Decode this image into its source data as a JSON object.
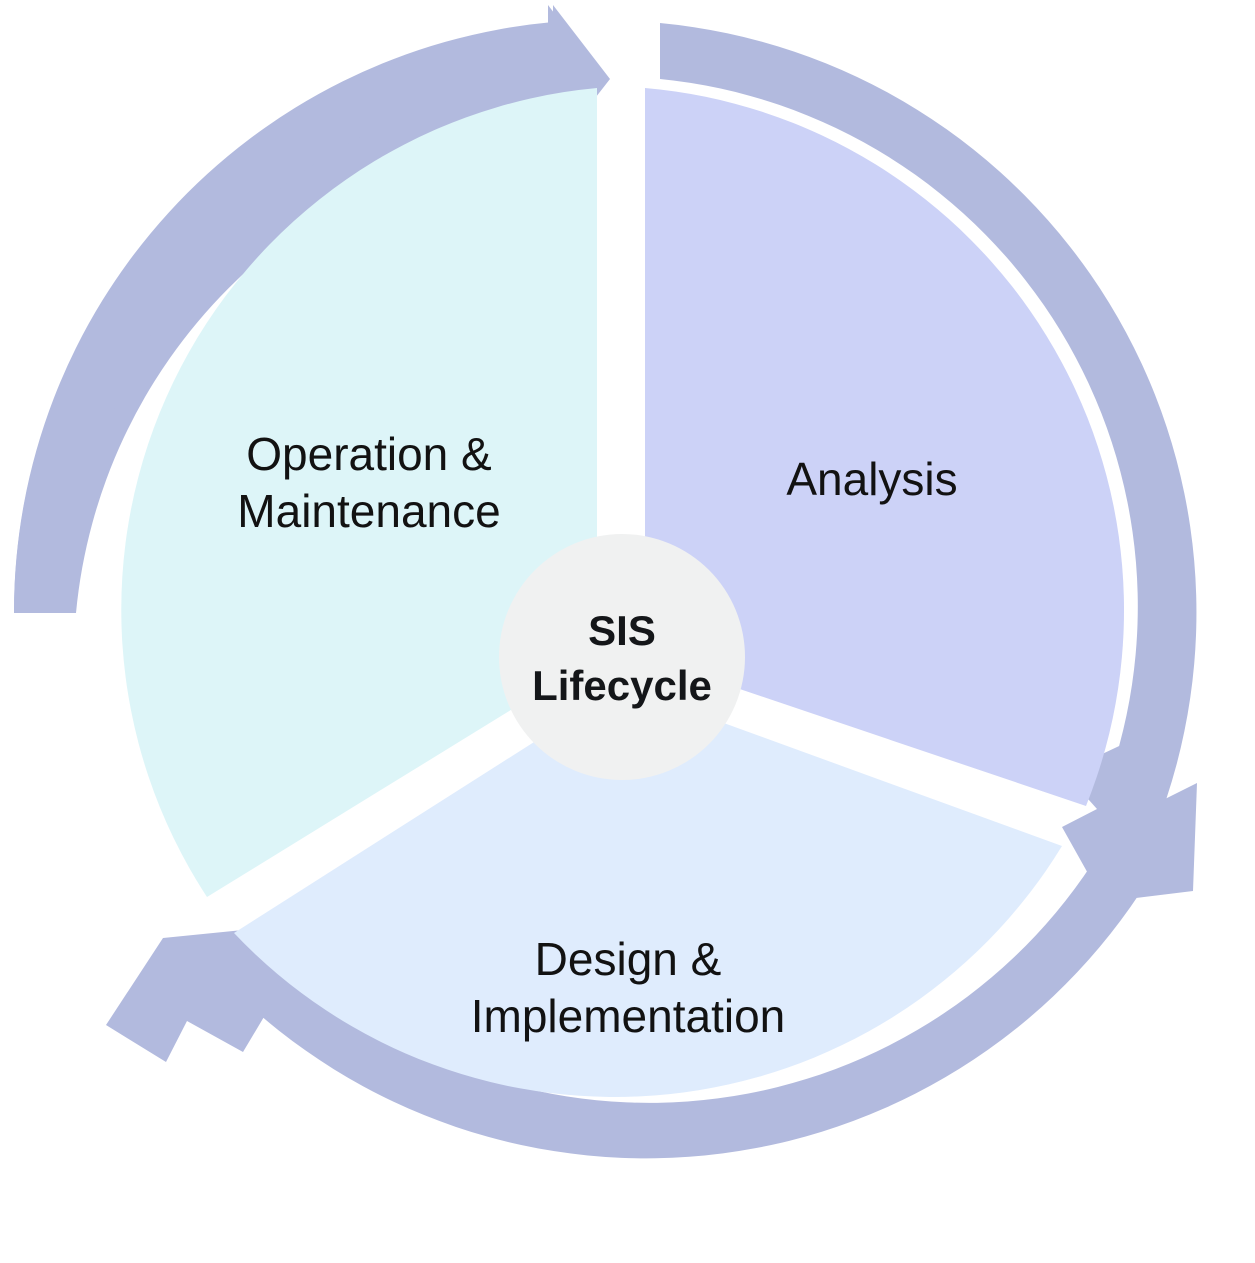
{
  "diagram": {
    "title": "SIS Lifecycle",
    "type": "three-stage-cycle",
    "direction": "clockwise",
    "center": {
      "line1": "SIS",
      "line2": "Lifecycle",
      "fill": "#f0f1f1",
      "text_color": "#141619"
    },
    "ring": {
      "color": "#b2bade",
      "arrow_count": 3
    },
    "background": "#ffffff",
    "segments": [
      {
        "id": "analysis",
        "label": "Analysis",
        "label_line1": "Analysis",
        "label_line2": "",
        "color": "#ccd2f7",
        "position": "right",
        "order": 1
      },
      {
        "id": "design-implementation",
        "label": "Design & Implementation",
        "label_line1": "Design &",
        "label_line2": "Implementation",
        "color": "#dfecfd",
        "position": "bottom",
        "order": 2
      },
      {
        "id": "operation-maintenance",
        "label": "Operation & Maintenance",
        "label_line1": "Operation &",
        "label_line2": "Maintenance",
        "color": "#ddf5f8",
        "position": "left",
        "order": 3
      }
    ],
    "arrows": [
      {
        "id": "arrow-top",
        "points_to": "analysis",
        "direction": "right"
      },
      {
        "id": "arrow-right",
        "points_to": "design-implementation",
        "direction": "down-left"
      },
      {
        "id": "arrow-left",
        "points_to": "operation-maintenance",
        "direction": "up-left"
      }
    ]
  }
}
